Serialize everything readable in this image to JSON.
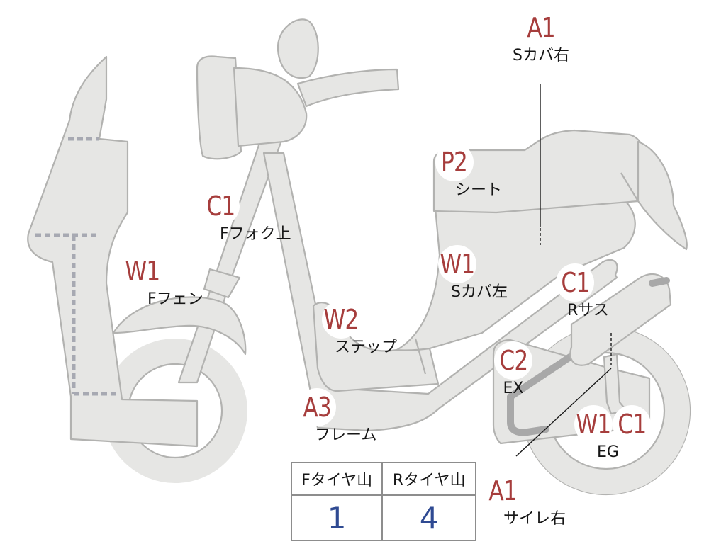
{
  "inspection_points": [
    {
      "id": "sabakari_right",
      "grade": "A1",
      "label": "Sカバ右"
    },
    {
      "id": "seat",
      "grade": "P2",
      "label": "シート"
    },
    {
      "id": "front_fork_upper",
      "grade": "C1",
      "label": "Fフォク上"
    },
    {
      "id": "front_fender",
      "grade": "W1",
      "label": "Fフェン"
    },
    {
      "id": "sabakari_left",
      "grade": "W1",
      "label": "Sカバ左"
    },
    {
      "id": "rear_suspension",
      "grade": "C1",
      "label": "Rサス"
    },
    {
      "id": "step",
      "grade": "W2",
      "label": "ステップ"
    },
    {
      "id": "exhaust",
      "grade": "C2",
      "label": "EX"
    },
    {
      "id": "engine",
      "grades": [
        "W1",
        "C1"
      ],
      "label": "EG"
    },
    {
      "id": "frame",
      "grade": "A3",
      "label": "フレーム"
    },
    {
      "id": "silencer_right",
      "grade": "A1",
      "label": "サイレ右"
    }
  ],
  "tire_table": {
    "headers": [
      "Fタイヤ山",
      "Rタイヤ山"
    ],
    "values": [
      "1",
      "4"
    ]
  },
  "colors": {
    "grade_text": "#a63d3c",
    "tire_value_text": "#2f4a92",
    "part_fill": "#e6e6e4",
    "part_outline": "#b2b2b0"
  }
}
